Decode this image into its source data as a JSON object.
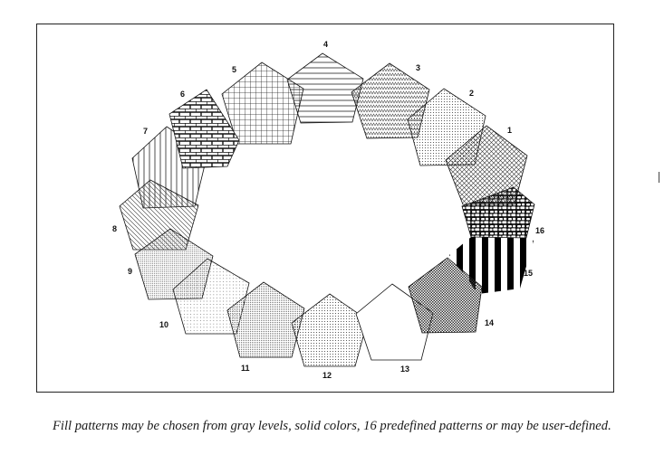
{
  "figure": {
    "pattern_labels": [
      "1",
      "2",
      "3",
      "4",
      "5",
      "6",
      "7",
      "8",
      "9",
      "10",
      "11",
      "12",
      "13",
      "14",
      "15",
      "16"
    ]
  },
  "caption": "Fill patterns may be chosen from gray levels, solid colors, 16 predefined patterns or may be user-defined."
}
